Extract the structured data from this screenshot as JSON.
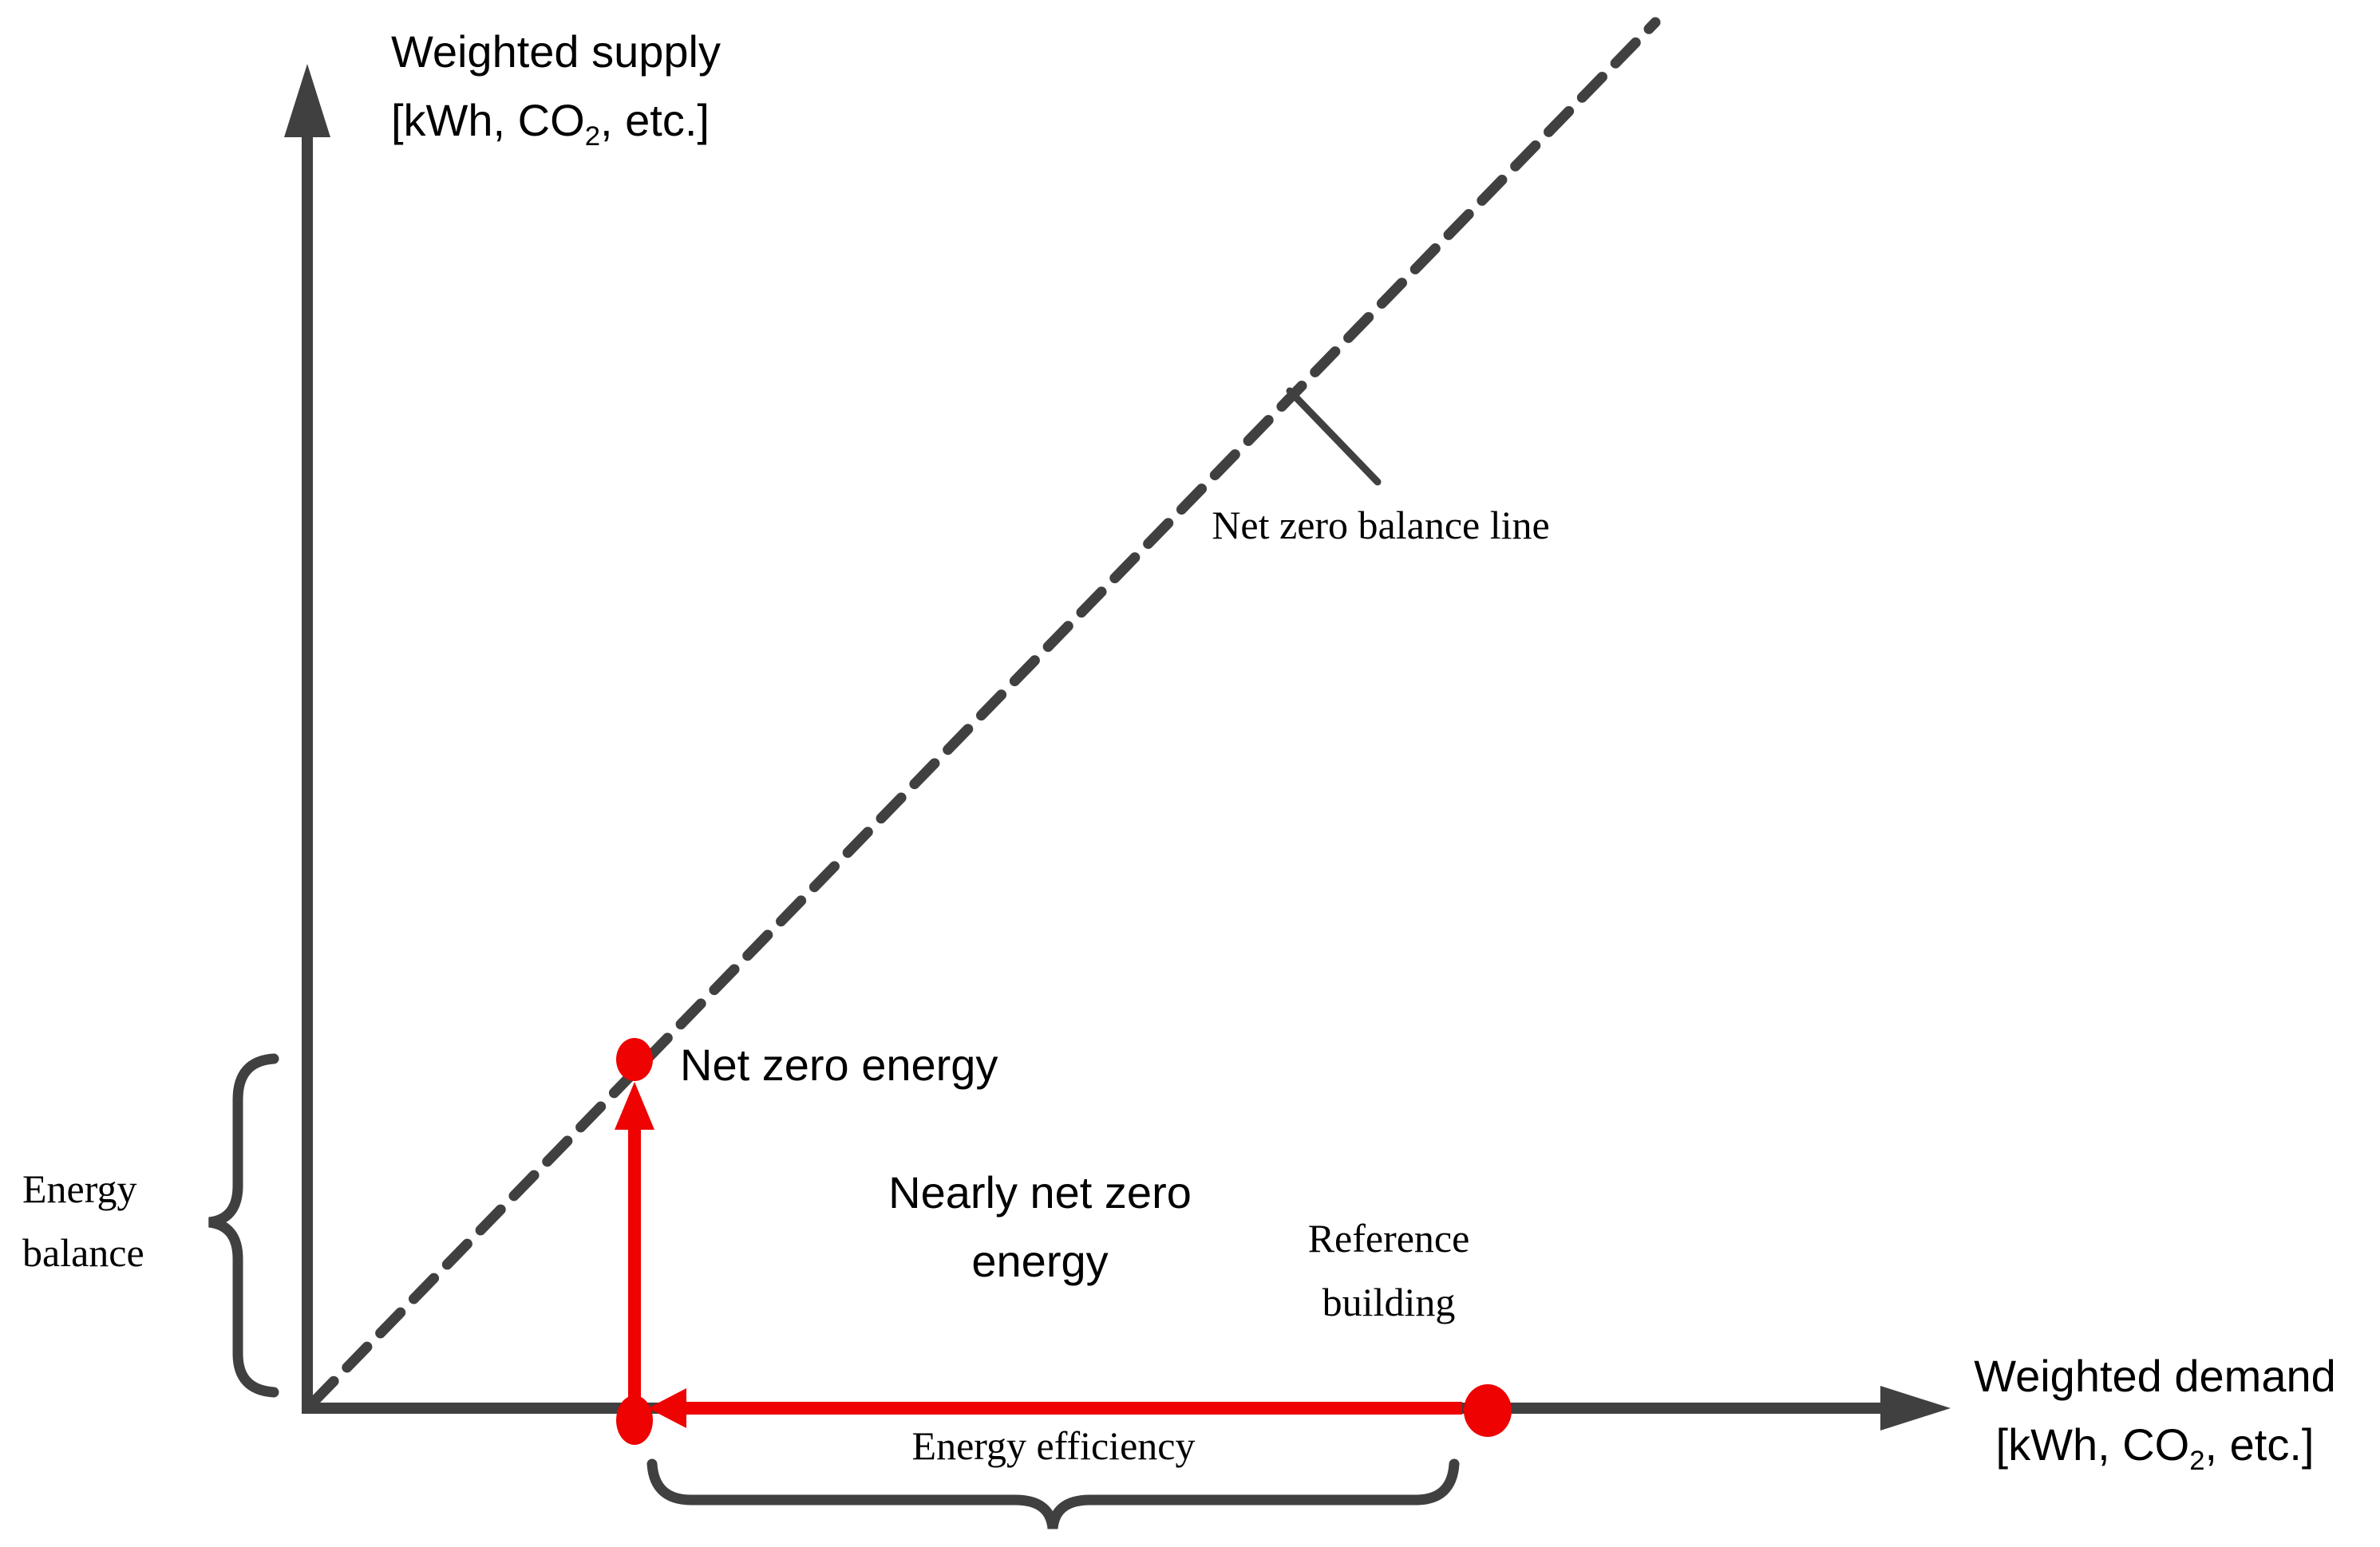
{
  "colors": {
    "axis_gray": "#404040",
    "marker_red": "#ee0202",
    "text_black": "#000000",
    "background": "#ffffff"
  },
  "y_axis": {
    "title": "Weighted supply",
    "unit_prefix": "[kWh, CO",
    "unit_subscript": "2",
    "unit_suffix": ", etc.]"
  },
  "x_axis": {
    "title": "Weighted demand",
    "unit_prefix": "[kWh, CO",
    "unit_subscript": "2",
    "unit_suffix": ", etc.]"
  },
  "annotations": {
    "net_zero_balance_line": "Net zero balance line",
    "net_zero_energy": "Net zero energy",
    "nearly_net_zero": {
      "line1": "Nearly net zero",
      "line2": "energy"
    },
    "reference_building": {
      "line1": "Reference",
      "line2": "building"
    },
    "energy_balance": {
      "line1": "Energy",
      "line2": "balance"
    },
    "energy_efficiency": "Energy efficiency"
  }
}
